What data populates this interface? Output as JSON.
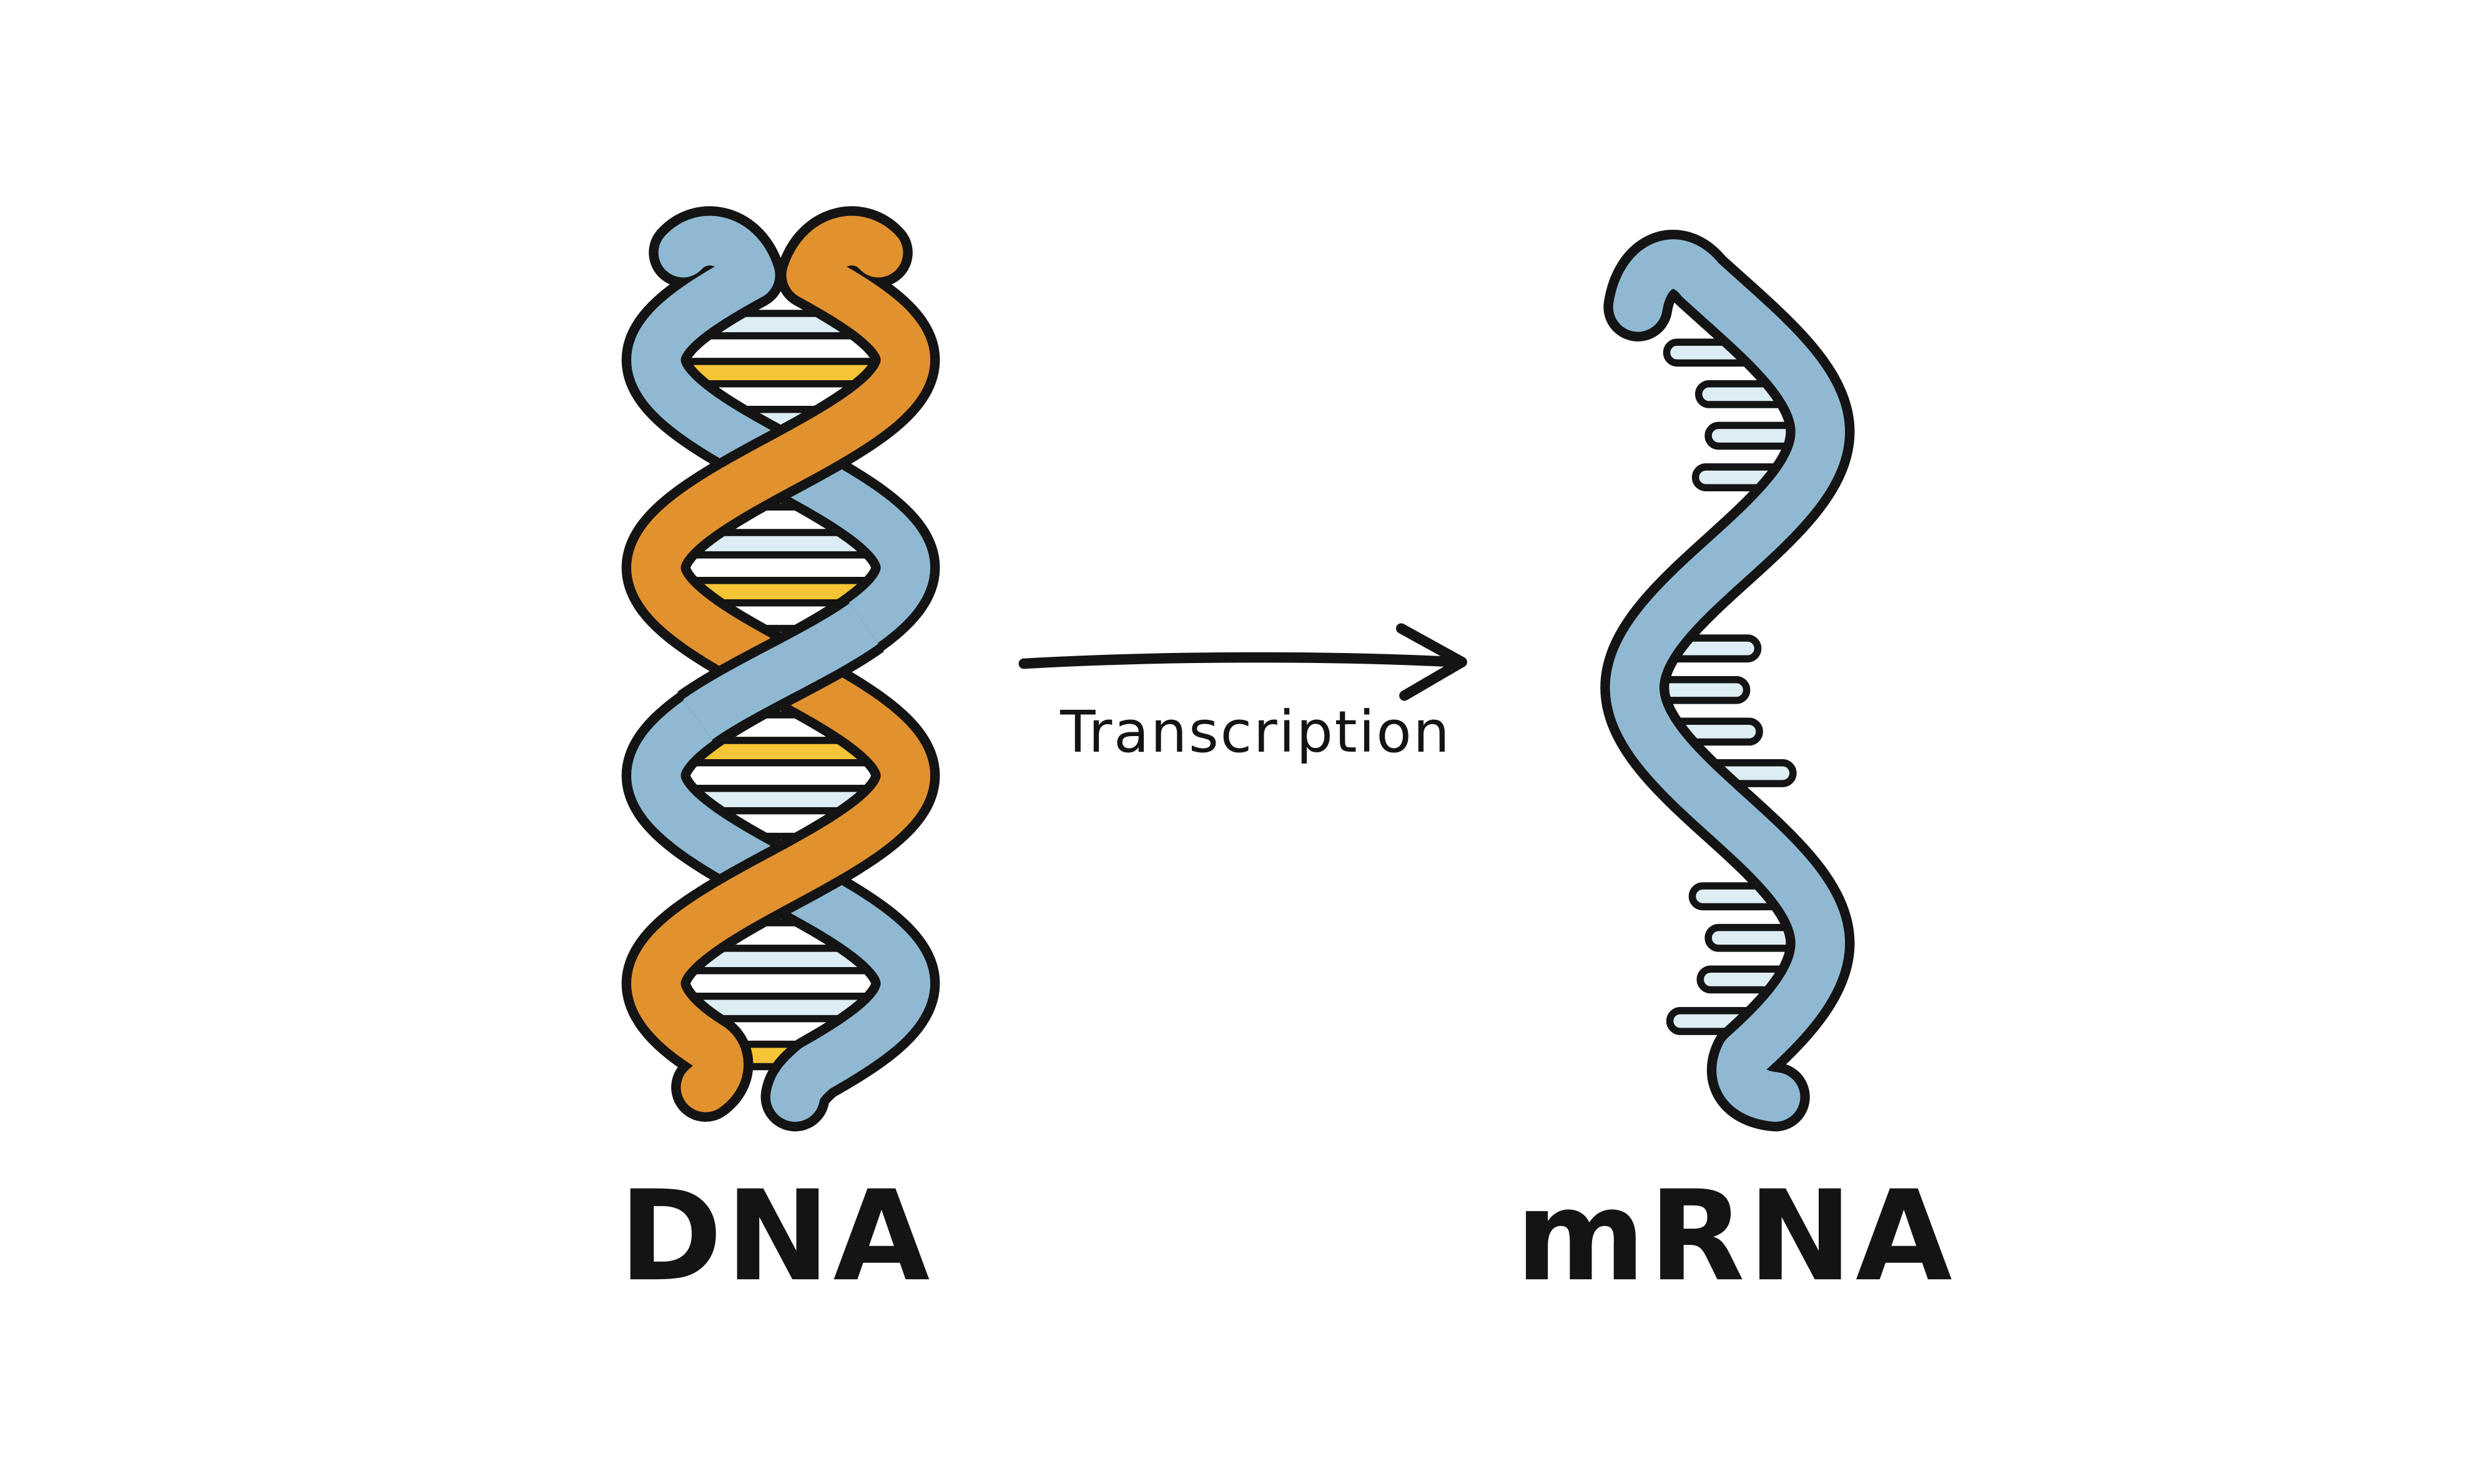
{
  "diagram": {
    "dna_label": "DNA",
    "mrna_label": "mRNA",
    "arrow_label": "Transcription",
    "colors": {
      "strand_blue": "#8fb9d2",
      "strand_orange": "#e2912f",
      "rung_yellow": "#f6c437",
      "rung_light": "#ddedf4",
      "ink": "#141414",
      "background": "#ffffff"
    }
  }
}
